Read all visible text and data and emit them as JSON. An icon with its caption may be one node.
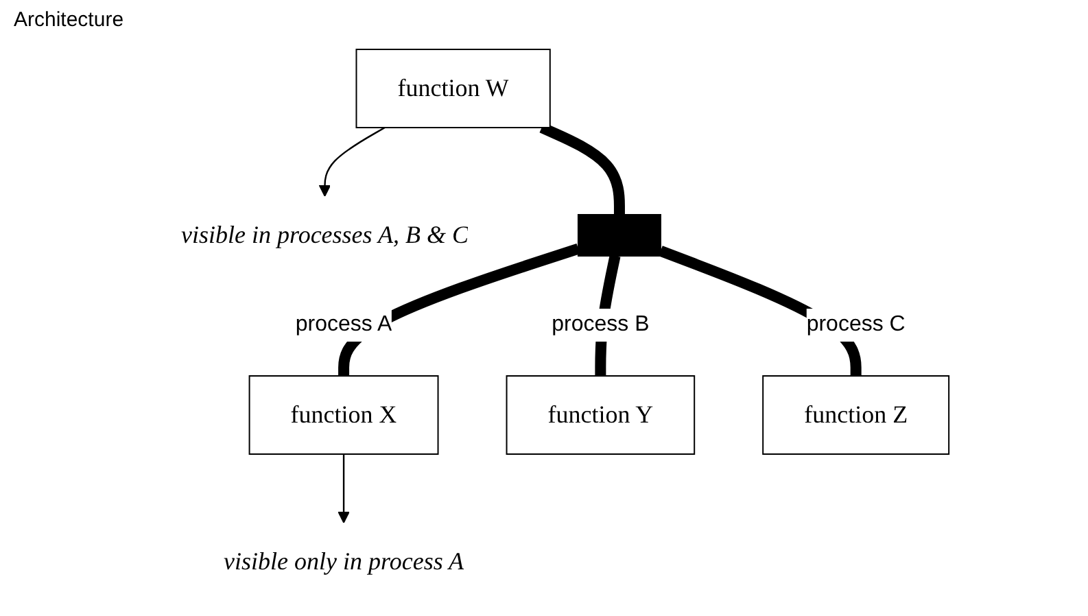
{
  "diagram": {
    "title": "Architecture",
    "nodes": [
      {
        "text": [
          "function W"
        ]
      },
      {
        "text": [
          "visible in processes A, B & C"
        ]
      },
      {
        "text": [],
        "shape": "bar"
      },
      {
        "text": [
          "function X"
        ]
      },
      {
        "text": [
          "function Y"
        ]
      },
      {
        "text": [
          "function Z"
        ]
      },
      {
        "text": [
          "visible only in process A"
        ]
      }
    ],
    "edges": [
      {
        "from": 0,
        "to": 1,
        "arrow": "to"
      },
      {
        "from": 0,
        "to": 2,
        "arrow": "none"
      },
      {
        "from": 2,
        "to": 3,
        "arrow": "none",
        "label": "process A"
      },
      {
        "from": 2,
        "to": 4,
        "arrow": "none",
        "label": "process B"
      },
      {
        "from": 2,
        "to": 5,
        "arrow": "none",
        "label": "process C"
      },
      {
        "from": 3,
        "to": 6,
        "arrow": "to"
      }
    ]
  }
}
